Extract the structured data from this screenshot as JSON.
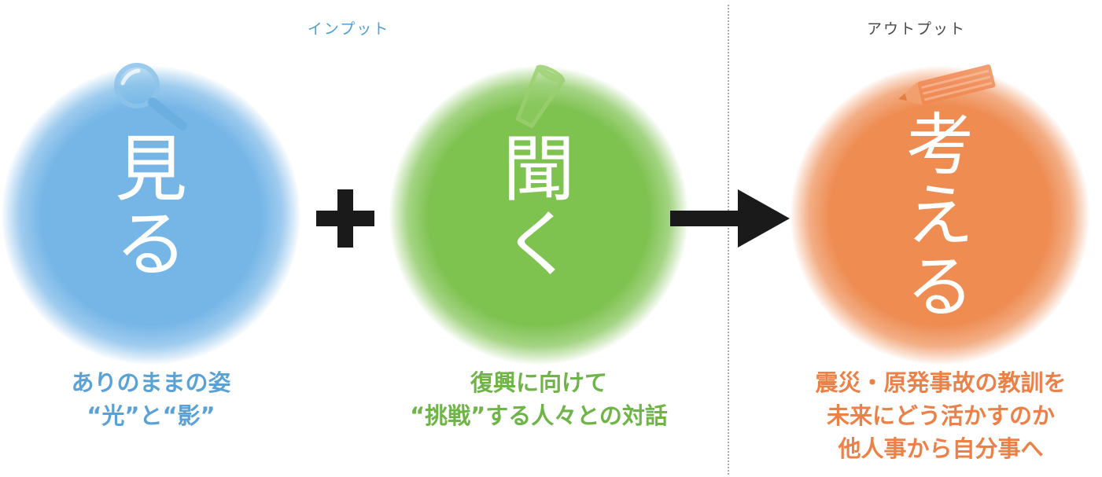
{
  "header": {
    "input_label": "インプット",
    "output_label": "アウトプット"
  },
  "colors": {
    "blue": "#76b6e7",
    "green": "#7ec250",
    "orange": "#ee8c52",
    "operator": "#1a1a1a"
  },
  "stages": [
    {
      "circle_text": [
        "見",
        "る"
      ],
      "icon": "magnifier-icon",
      "caption": [
        "ありのままの姿",
        "“光”と“影”"
      ]
    },
    {
      "circle_text": [
        "聞",
        "く"
      ],
      "icon": "cup-icon",
      "caption": [
        "復興に向けて",
        "“挑戦”する人々との対話"
      ]
    },
    {
      "circle_text": [
        "考",
        "え",
        "る"
      ],
      "icon": "pencil-icon",
      "caption": [
        "震災・原発事故の教訓を",
        "未来にどう活かすのか",
        "他人事から自分事へ"
      ]
    }
  ],
  "operators": [
    "plus-icon",
    "arrow-right-icon"
  ]
}
